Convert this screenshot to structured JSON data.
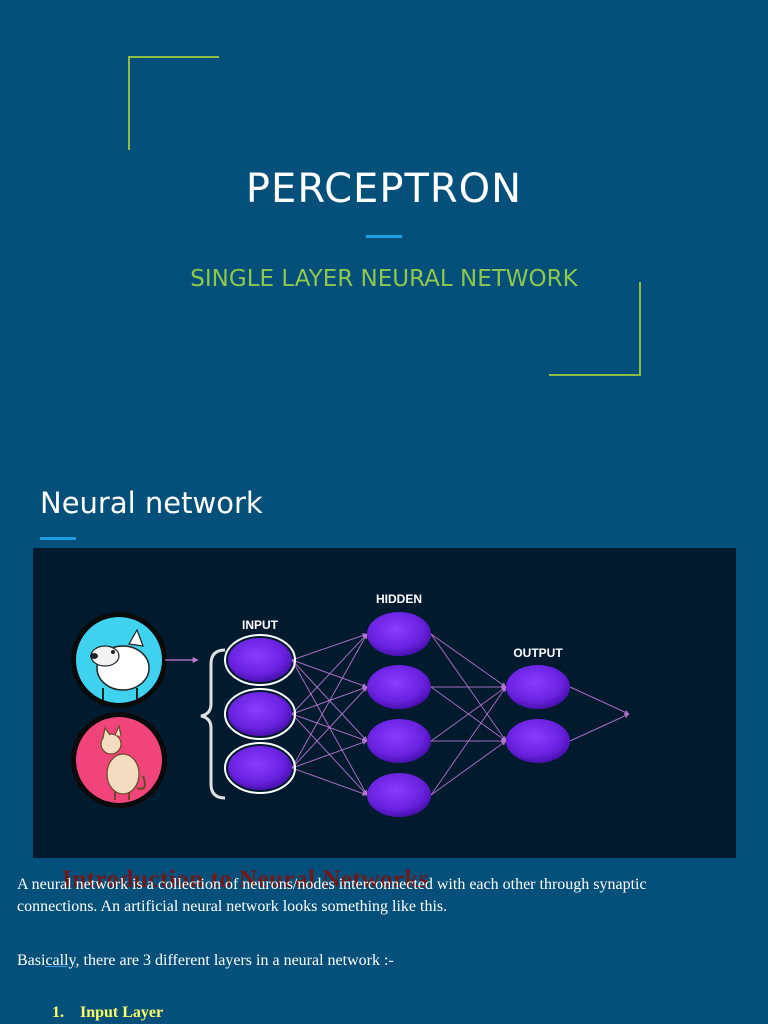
{
  "slide1": {
    "title": "PERCEPTRON",
    "subtitle": "SINGLE LAYER NEURAL NETWORK"
  },
  "slide2": {
    "heading": "Neural network",
    "diagram": {
      "labels": {
        "input": "INPUT",
        "hidden": "HIDDEN",
        "output": "OUTPUT"
      },
      "input_images": [
        "dog-icon",
        "cat-icon"
      ],
      "layers": {
        "input": 3,
        "hidden": 4,
        "output": 2
      },
      "colors": {
        "background": "#021a2e",
        "neuron": "#7b2ff0",
        "edge": "#c07ad8"
      }
    },
    "ghost_heading": "Introduction to Neural Networks",
    "para1": "A neural network is a collection of neurons/nodes interconnected with each other through synaptic connections. An artificial neural network looks something like this.",
    "para2_pre": "Basi",
    "para2_mid": "cally",
    "para2_post": ", there are 3 different layers in a neural network :-",
    "list": [
      {
        "num": "1.",
        "label": "Input Layer"
      }
    ]
  },
  "colors": {
    "background": "#04507a",
    "accent_green": "#8fbc45",
    "accent_blue": "#1d9fe0",
    "list_yellow": "#ffff66"
  }
}
